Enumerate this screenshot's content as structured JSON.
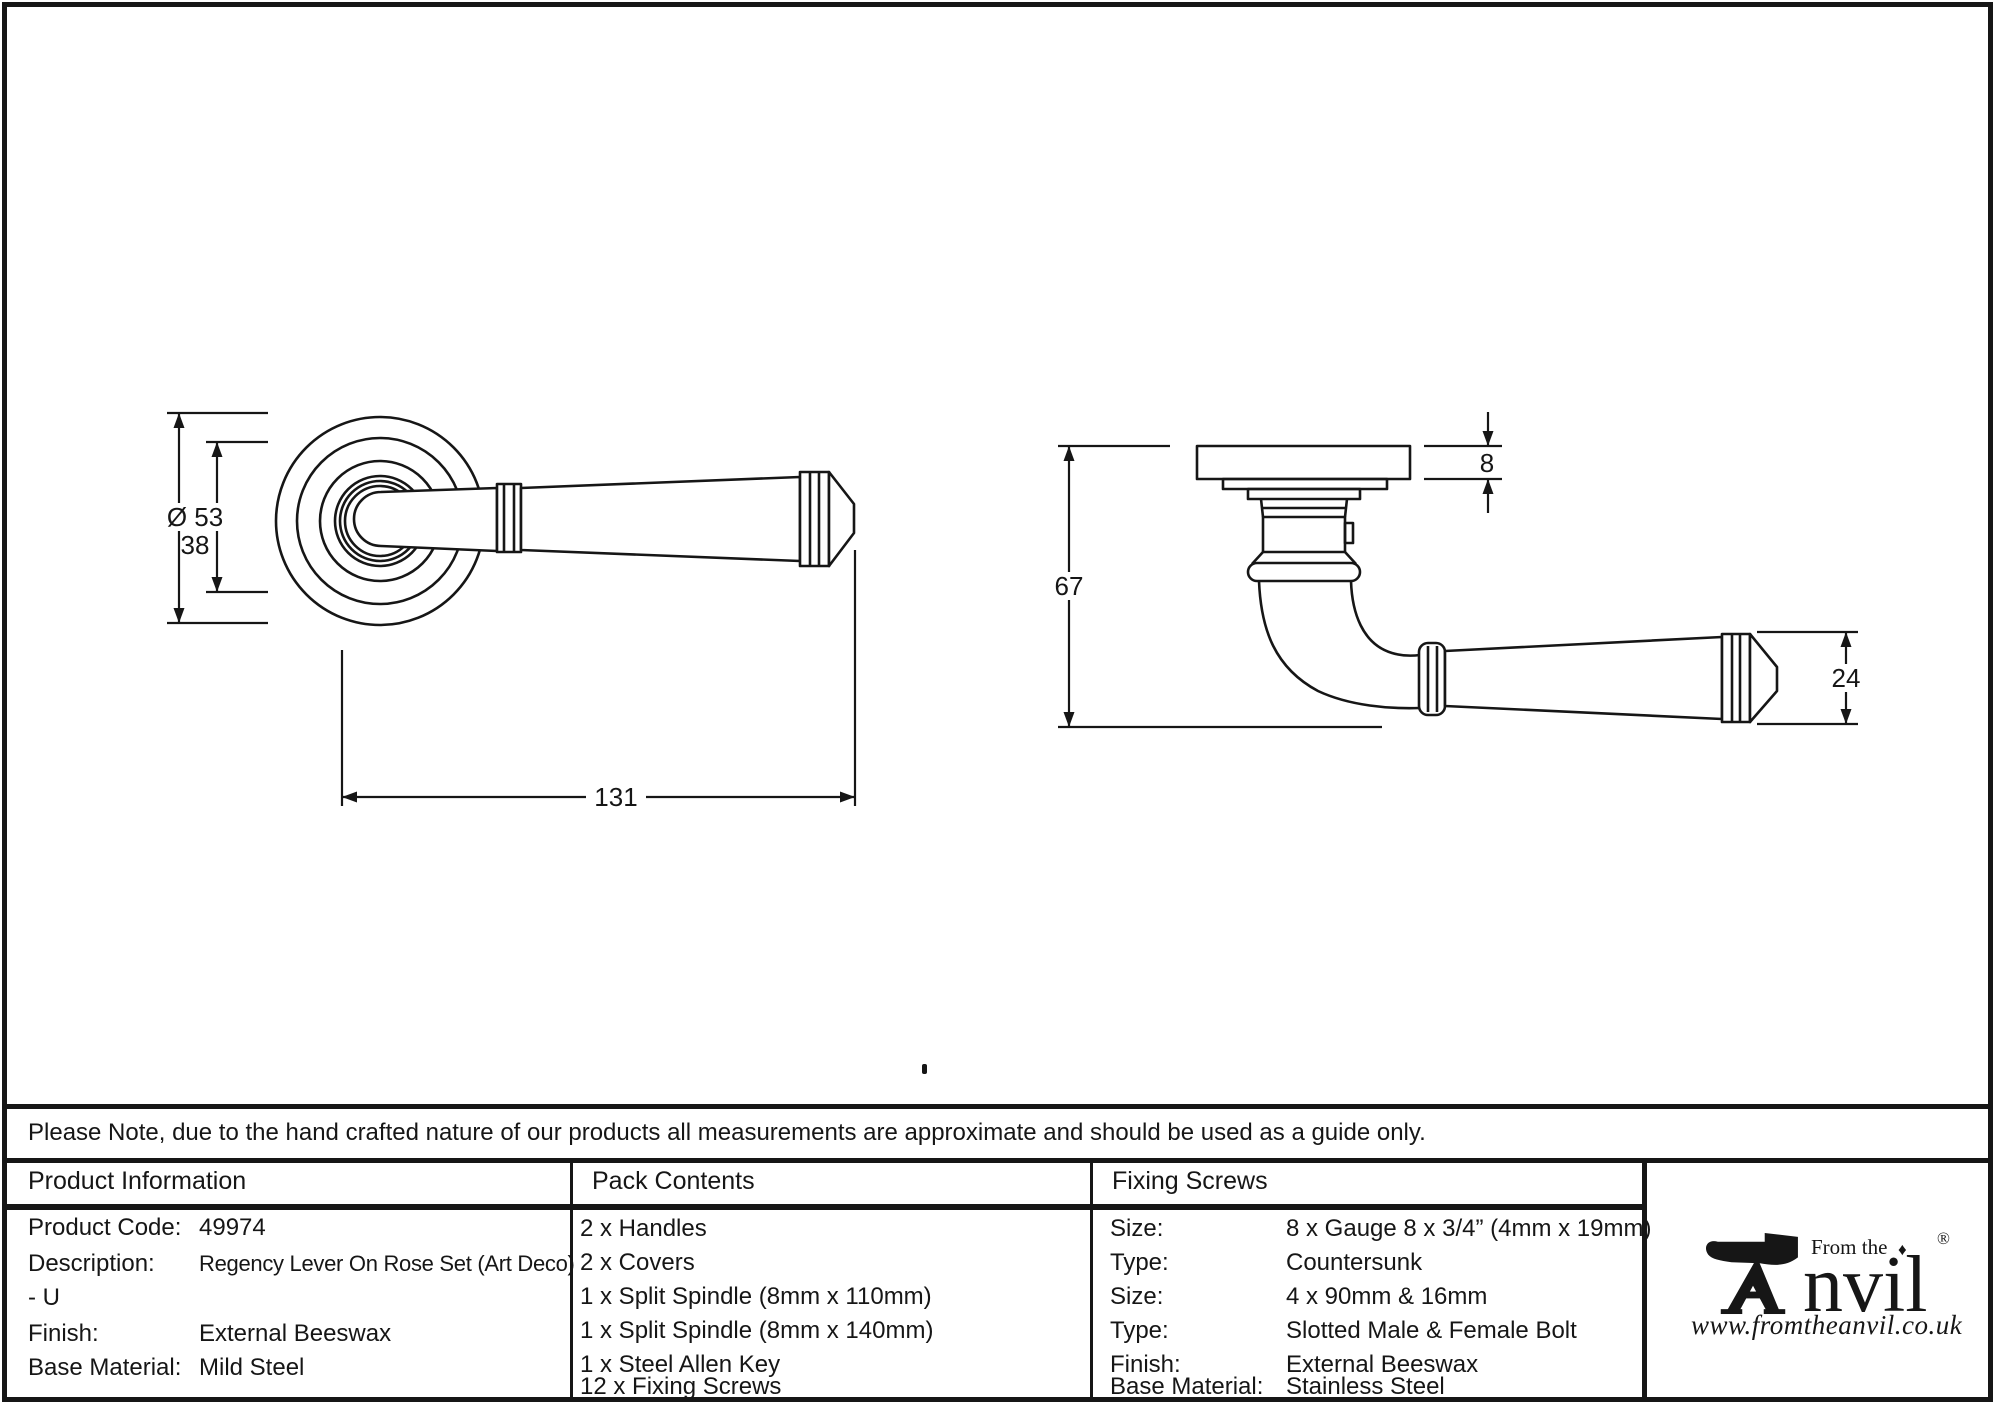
{
  "note": {
    "text": "Please Note, due to the hand crafted nature of our products all measurements are approximate and should be used as a guide only."
  },
  "dimensions": {
    "front_diameter": "Ø 53 38",
    "front_length": "131",
    "side_height": "67",
    "side_plate_thickness": "8",
    "side_lever_end": "24"
  },
  "table": {
    "product_information": {
      "header": "Product Information",
      "rows": [
        {
          "label": "Product Code:",
          "value": "49974"
        },
        {
          "label": "Description:",
          "value": "Regency Lever On Rose Set (Art Deco)"
        },
        {
          "label": "",
          "value": "- U"
        },
        {
          "label": "Finish:",
          "value": "External Beeswax"
        },
        {
          "label": "Base Material:",
          "value": "Mild Steel"
        }
      ]
    },
    "pack_contents": {
      "header": "Pack Contents",
      "items": [
        "2 x Handles",
        "2 x Covers",
        "1 x Split Spindle (8mm x 110mm)",
        "1 x Split Spindle (8mm x 140mm)",
        "1 x Steel Allen Key",
        "12 x Fixing Screws"
      ]
    },
    "fixing_screws": {
      "header": "Fixing Screws",
      "rows": [
        {
          "label": "Size:",
          "value": "8 x Gauge 8 x 3/4” (4mm x 19mm)"
        },
        {
          "label": "Type:",
          "value": "Countersunk"
        },
        {
          "label": "Size:",
          "value": "4 x 90mm & 16mm"
        },
        {
          "label": "Type:",
          "value": "Slotted Male & Female Bolt"
        },
        {
          "label": "Finish:",
          "value": "External Beeswax"
        },
        {
          "label": "Base Material:",
          "value": "Stainless Steel"
        }
      ]
    }
  },
  "logo": {
    "from_the": "From the",
    "anvil_text": "nvil",
    "diamond": "♦",
    "registered": "®",
    "website": "www.fromtheanvil.co.uk"
  },
  "colors": {
    "ink": "#161616",
    "background": "#ffffff"
  }
}
